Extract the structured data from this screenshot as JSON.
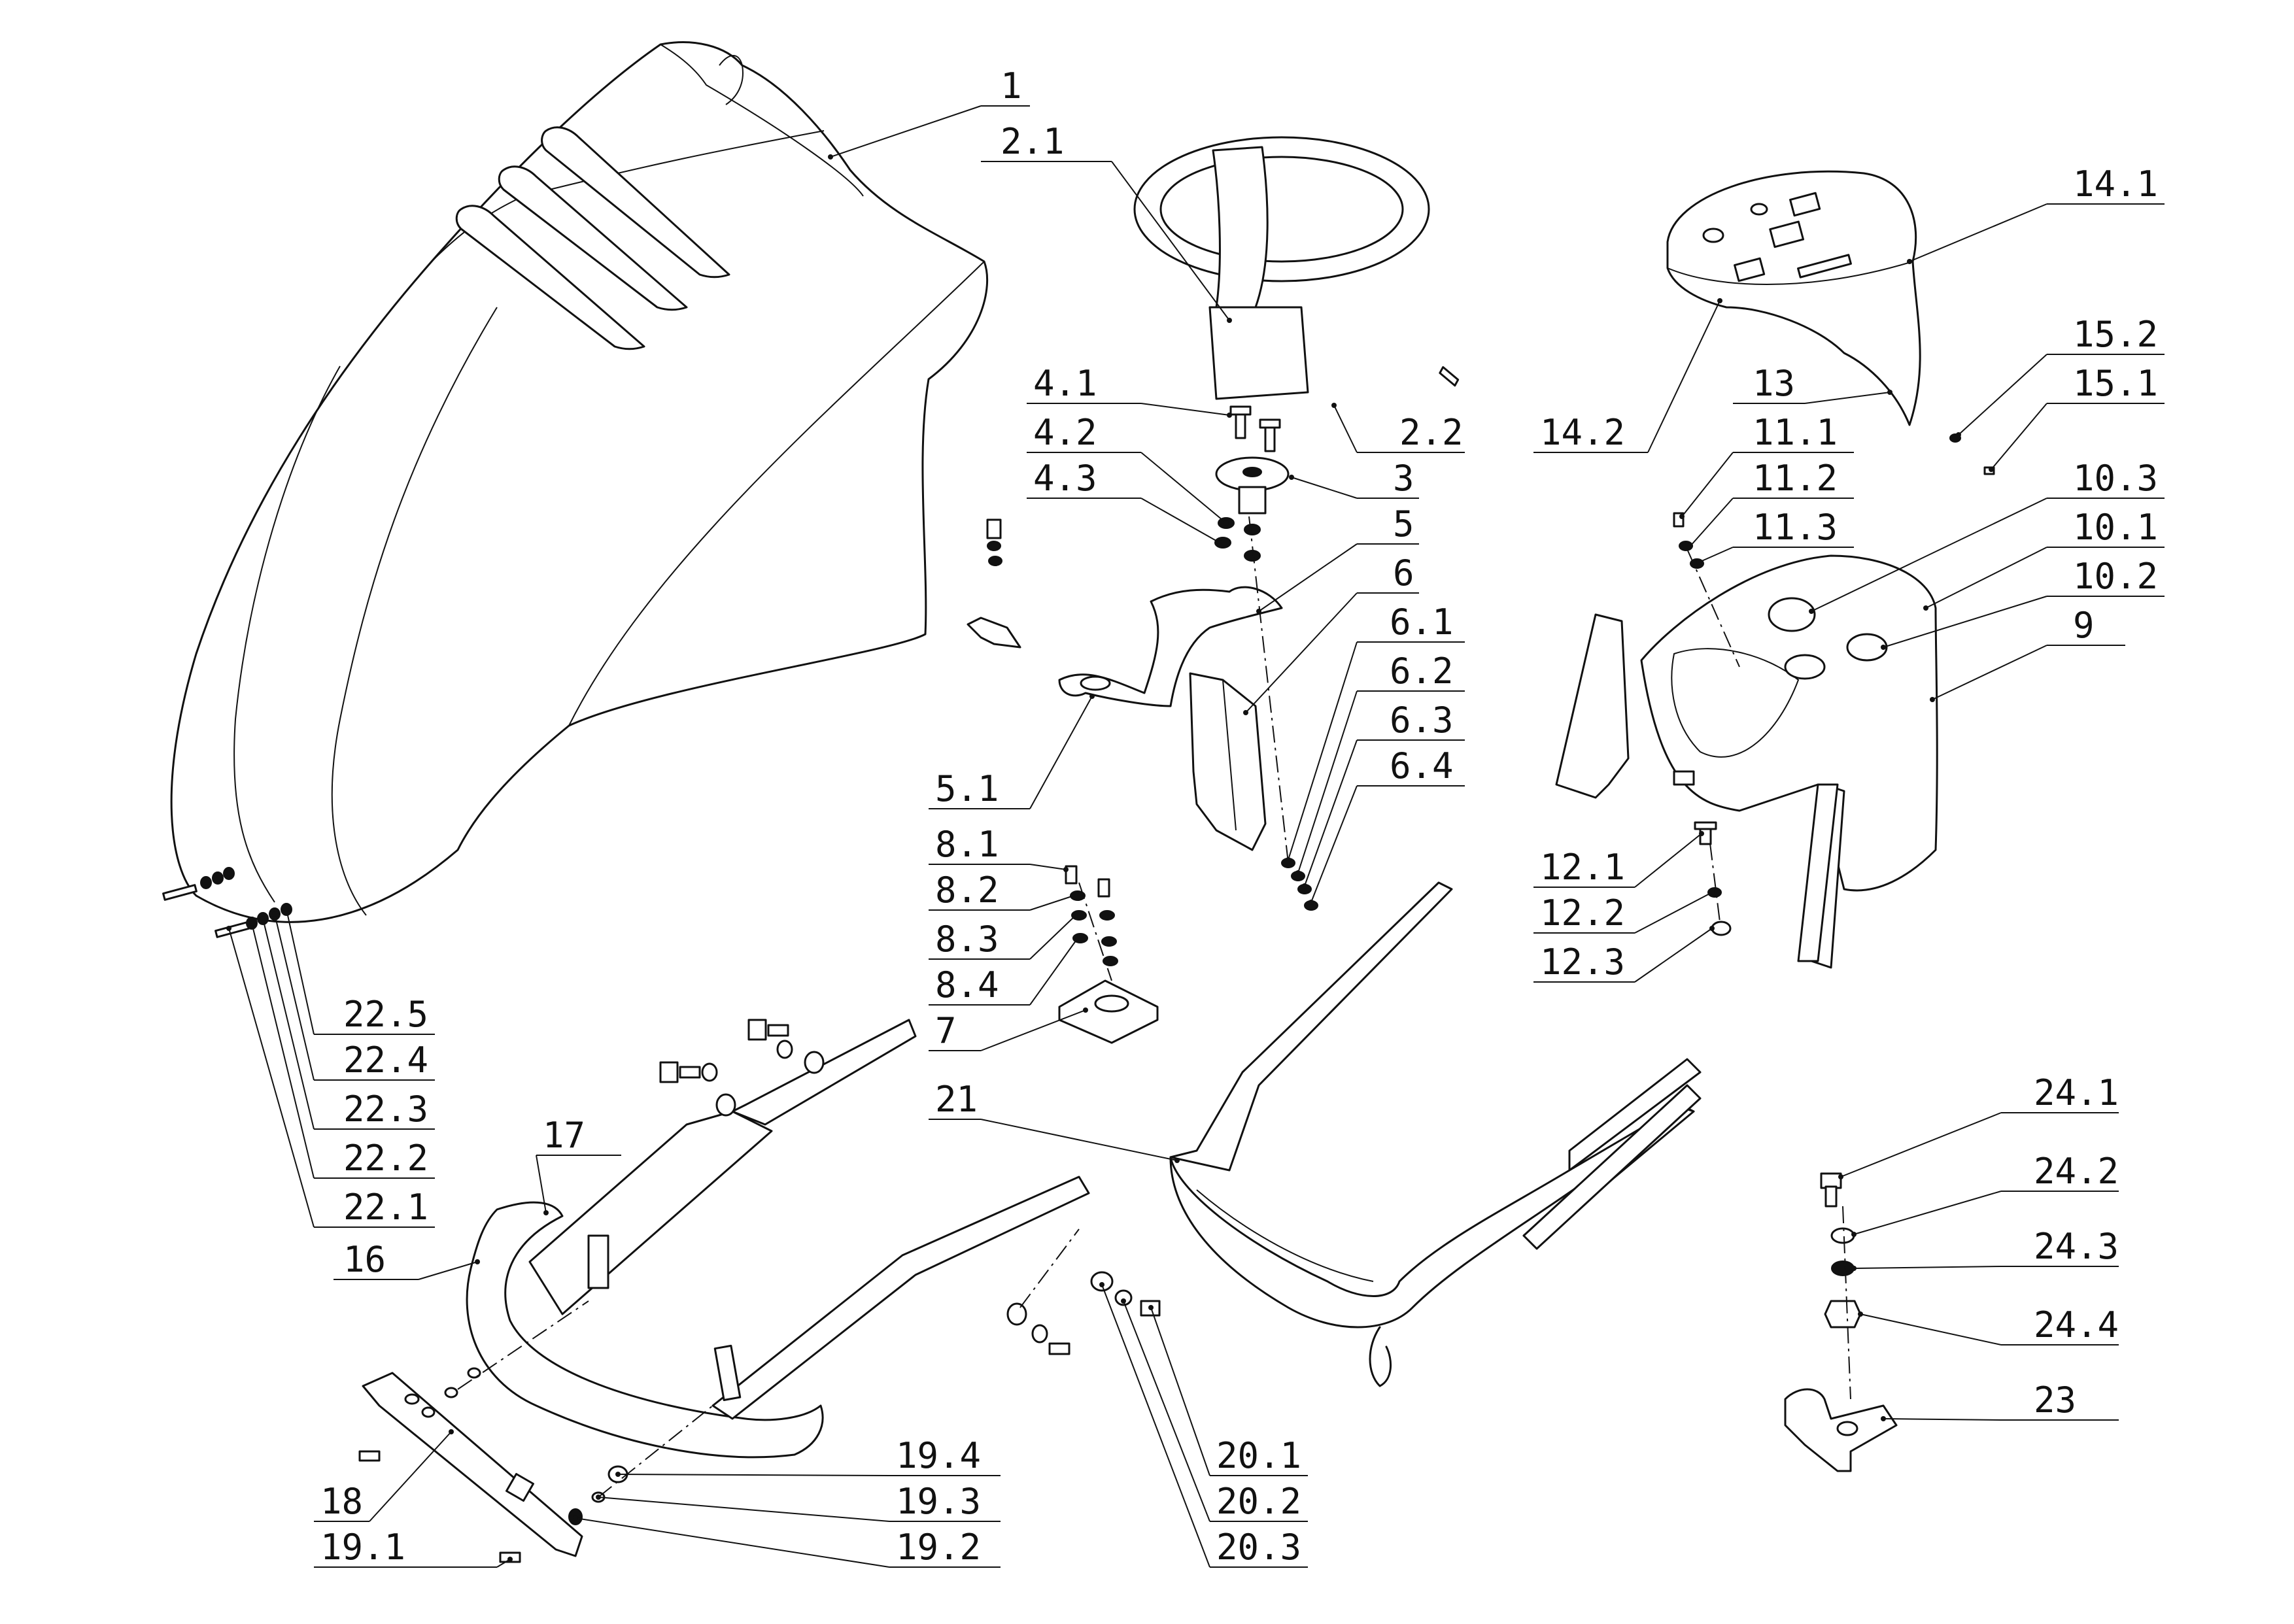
{
  "callouts": [
    {
      "id": "c-1",
      "label": "1"
    },
    {
      "id": "c-2-1",
      "label": "2.1"
    },
    {
      "id": "c-2-2",
      "label": "2.2"
    },
    {
      "id": "c-3",
      "label": "3"
    },
    {
      "id": "c-4-1",
      "label": "4.1"
    },
    {
      "id": "c-4-2",
      "label": "4.2"
    },
    {
      "id": "c-4-3",
      "label": "4.3"
    },
    {
      "id": "c-5",
      "label": "5"
    },
    {
      "id": "c-5-1",
      "label": "5.1"
    },
    {
      "id": "c-6",
      "label": "6"
    },
    {
      "id": "c-6-1",
      "label": "6.1"
    },
    {
      "id": "c-6-2",
      "label": "6.2"
    },
    {
      "id": "c-6-3",
      "label": "6.3"
    },
    {
      "id": "c-6-4",
      "label": "6.4"
    },
    {
      "id": "c-7",
      "label": "7"
    },
    {
      "id": "c-8-1",
      "label": "8.1"
    },
    {
      "id": "c-8-2",
      "label": "8.2"
    },
    {
      "id": "c-8-3",
      "label": "8.3"
    },
    {
      "id": "c-8-4",
      "label": "8.4"
    },
    {
      "id": "c-9",
      "label": "9"
    },
    {
      "id": "c-10-1",
      "label": "10.1"
    },
    {
      "id": "c-10-2",
      "label": "10.2"
    },
    {
      "id": "c-10-3",
      "label": "10.3"
    },
    {
      "id": "c-11-1",
      "label": "11.1"
    },
    {
      "id": "c-11-2",
      "label": "11.2"
    },
    {
      "id": "c-11-3",
      "label": "11.3"
    },
    {
      "id": "c-12-1",
      "label": "12.1"
    },
    {
      "id": "c-12-2",
      "label": "12.2"
    },
    {
      "id": "c-12-3",
      "label": "12.3"
    },
    {
      "id": "c-13",
      "label": "13"
    },
    {
      "id": "c-14-1",
      "label": "14.1"
    },
    {
      "id": "c-14-2",
      "label": "14.2"
    },
    {
      "id": "c-15-1",
      "label": "15.1"
    },
    {
      "id": "c-15-2",
      "label": "15.2"
    },
    {
      "id": "c-16",
      "label": "16"
    },
    {
      "id": "c-17",
      "label": "17"
    },
    {
      "id": "c-18",
      "label": "18"
    },
    {
      "id": "c-19-1",
      "label": "19.1"
    },
    {
      "id": "c-19-2",
      "label": "19.2"
    },
    {
      "id": "c-19-3",
      "label": "19.3"
    },
    {
      "id": "c-19-4",
      "label": "19.4"
    },
    {
      "id": "c-20-1",
      "label": "20.1"
    },
    {
      "id": "c-20-2",
      "label": "20.2"
    },
    {
      "id": "c-20-3",
      "label": "20.3"
    },
    {
      "id": "c-21",
      "label": "21"
    },
    {
      "id": "c-22-1",
      "label": "22.1"
    },
    {
      "id": "c-22-2",
      "label": "22.2"
    },
    {
      "id": "c-22-3",
      "label": "22.3"
    },
    {
      "id": "c-22-4",
      "label": "22.4"
    },
    {
      "id": "c-22-5",
      "label": "22.5"
    },
    {
      "id": "c-23",
      "label": "23"
    },
    {
      "id": "c-24-1",
      "label": "24.1"
    },
    {
      "id": "c-24-2",
      "label": "24.2"
    },
    {
      "id": "c-24-3",
      "label": "24.3"
    },
    {
      "id": "c-24-4",
      "label": "24.4"
    }
  ]
}
